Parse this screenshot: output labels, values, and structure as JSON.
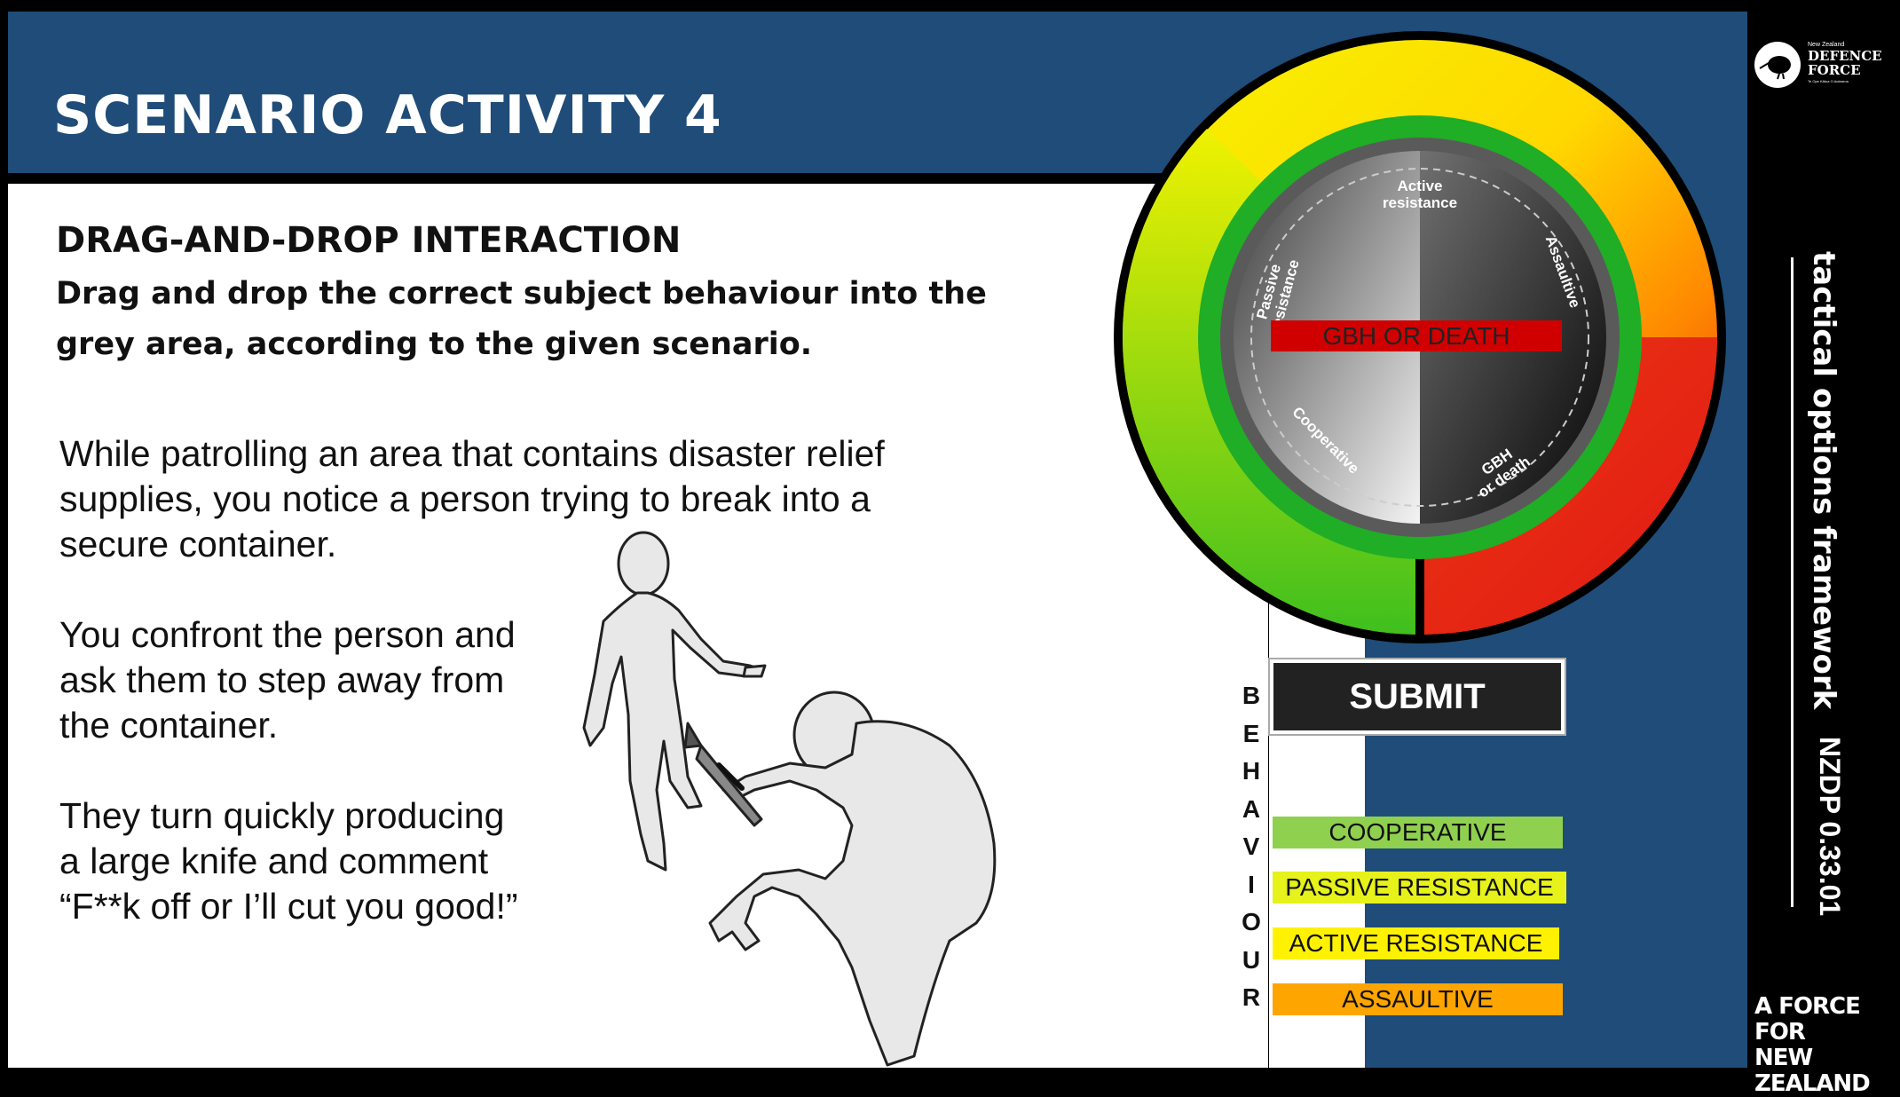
{
  "header": {
    "title": "SCENARIO ACTIVITY 4"
  },
  "instructions": {
    "heading": "DRAG-AND-DROP INTERACTION",
    "line1": "Drag and drop the correct subject behaviour into the",
    "line2": "grey area, according to the given scenario."
  },
  "scenario": {
    "p1": [
      "While patrolling an area that contains disaster relief",
      "supplies, you notice a person trying to break into a",
      "secure container."
    ],
    "p2": [
      "You confront the person and",
      "ask them to step away from",
      "the container."
    ],
    "p3": [
      "They turn quickly producing",
      "a large knife and comment",
      "“F**k off or I’ll cut you good!”"
    ]
  },
  "wheel": {
    "labels": {
      "active": "Active\nresistance",
      "passive": "Passive\nresistance",
      "assaultive": "Assaultive",
      "cooperative": "Cooperative",
      "gbh": "GBH\nor death"
    },
    "dropped_label": "GBH OR DEATH",
    "colors": {
      "outer_yellow": "#f4f000",
      "outer_orange": "#ff8a00",
      "outer_red": "#e21a16",
      "inner_green": "#1fae25",
      "dropped_bg": "#d10000"
    }
  },
  "behaviour_letters": [
    "B",
    "E",
    "H",
    "A",
    "V",
    "I",
    "O",
    "U",
    "R"
  ],
  "submit_label": "SUBMIT",
  "options": [
    {
      "label": "COOPERATIVE",
      "color": "#8fd14f"
    },
    {
      "label": "PASSIVE  RESISTANCE",
      "color": "#e6f21a"
    },
    {
      "label": "ACTIVE RESISTANCE",
      "color": "#fff200"
    },
    {
      "label": "ASSAULTIVE",
      "color": "#ffa500"
    }
  ],
  "sidebar": {
    "logo_top": "New Zealand",
    "logo_main1": "DEFENCE",
    "logo_main2": "FORCE",
    "logo_sub": "Te Ope Kātua O Aotearoa",
    "vertical_title": "tactical options framework",
    "code": "NZDP 0.33.01",
    "tagline1": "A FORCE FOR",
    "tagline2": "NEW ZEALAND"
  }
}
